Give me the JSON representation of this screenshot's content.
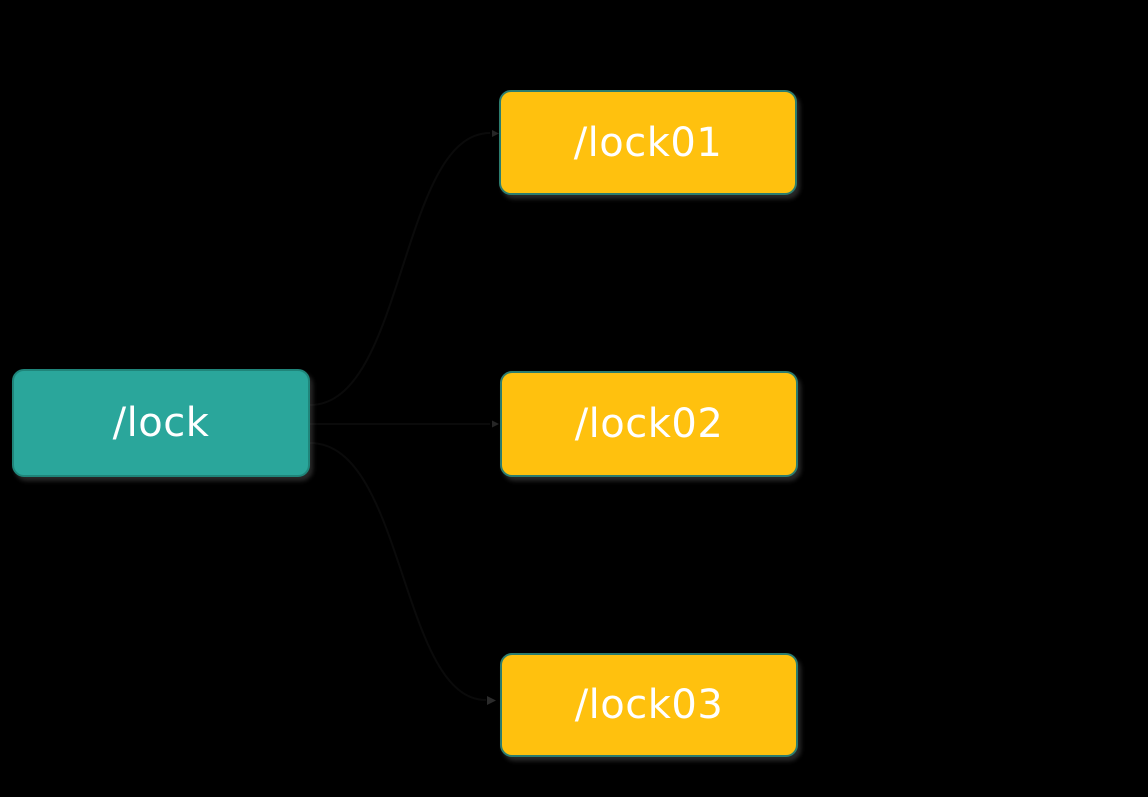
{
  "diagram": {
    "type": "flowchart",
    "direction": "left-to-right",
    "background_color": "#000000",
    "text_color": "#ffffff",
    "edge_color": "#0a0a0a",
    "arrowhead_color": "#262626",
    "nodes": [
      {
        "id": "lock",
        "label": "/lock",
        "role": "source",
        "fill": "#2aa69b",
        "border": "#1f857a"
      },
      {
        "id": "lock01",
        "label": "/lock01",
        "role": "target",
        "fill": "#ffc10e",
        "border": "#2c7d6f"
      },
      {
        "id": "lock02",
        "label": "/lock02",
        "role": "target",
        "fill": "#ffc10e",
        "border": "#2c7d6f"
      },
      {
        "id": "lock03",
        "label": "/lock03",
        "role": "target",
        "fill": "#ffc10e",
        "border": "#2c7d6f"
      }
    ],
    "edges": [
      {
        "from": "/lock",
        "to": "/lock01",
        "arrow": "right"
      },
      {
        "from": "/lock",
        "to": "/lock02",
        "arrow": "right"
      },
      {
        "from": "/lock",
        "to": "/lock03",
        "arrow": "right"
      }
    ]
  }
}
